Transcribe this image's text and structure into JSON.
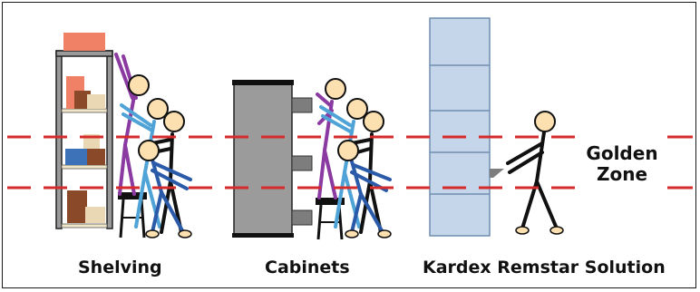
{
  "labels": {
    "shelving": "Shelving",
    "cabinets": "Cabinets",
    "kardex": "Kardex Remstar Solution",
    "zone_line1": "Golden",
    "zone_line2": "Zone"
  },
  "colors": {
    "frame": "#1a1a1a",
    "golden_zone_line": "#d62b2b",
    "shelf_frame": "#9a9a9a",
    "shelf_board": "#f2e6c9",
    "box_salmon": "#f08066",
    "box_brown": "#8a4a2a",
    "box_beige": "#ead7b4",
    "box_blue": "#3e72b8",
    "cabinet_body": "#9b9b9b",
    "kardex_body": "#c5d6ea",
    "figure_purple": "#8a3aa0",
    "figure_light_blue": "#4fa3d6",
    "figure_blue": "#2a5aa8",
    "figure_black": "#111111",
    "skin": "#fde0b0"
  }
}
